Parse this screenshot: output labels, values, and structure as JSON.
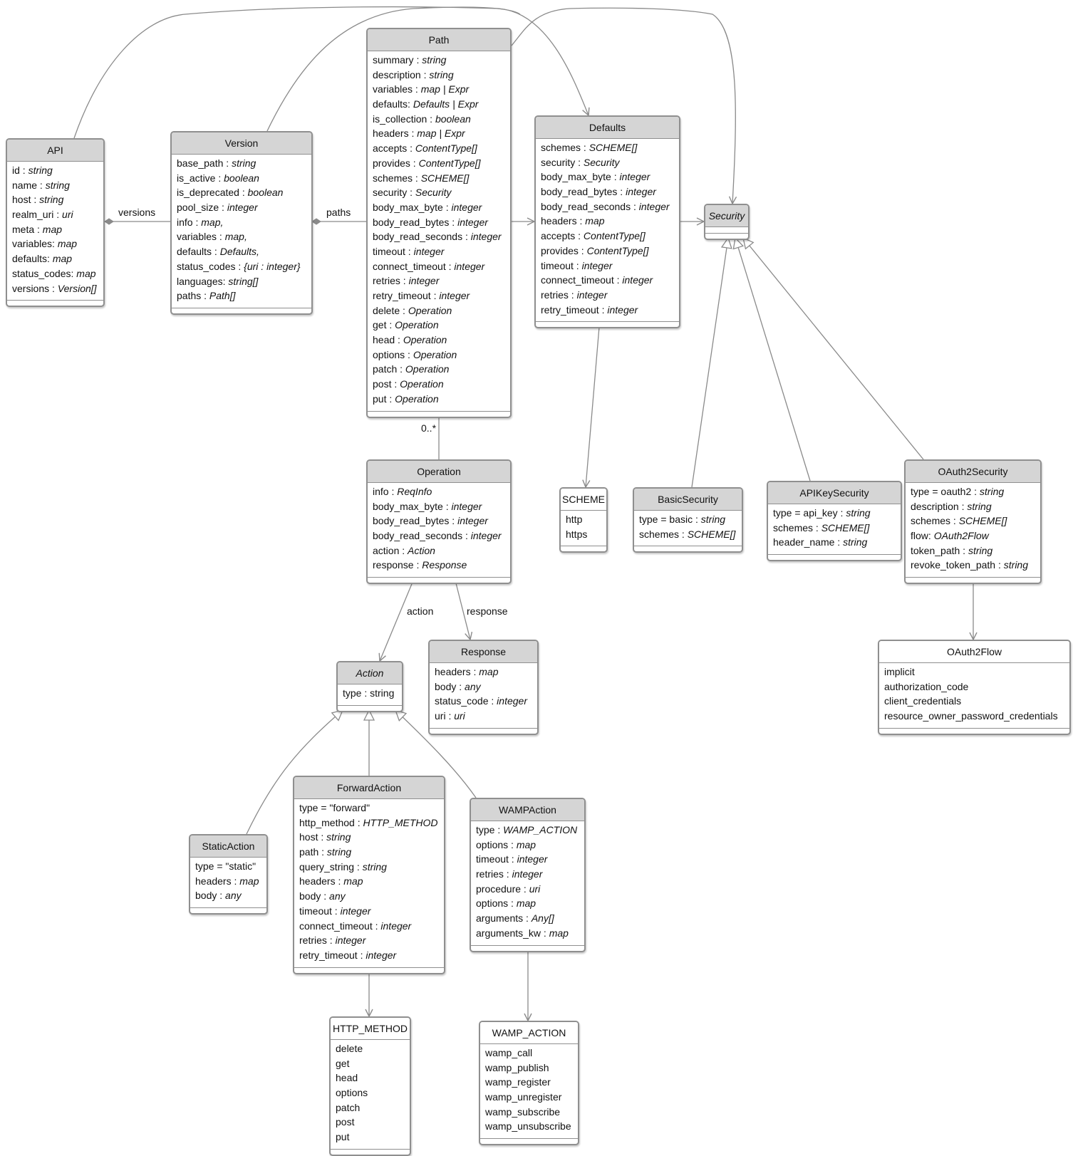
{
  "classes": [
    {
      "id": "api",
      "title": "API",
      "rows": [
        {
          "name": "id : ",
          "type": "string"
        },
        {
          "name": "name : ",
          "type": "string"
        },
        {
          "name": "host : ",
          "type": "string"
        },
        {
          "name": "realm_uri : ",
          "type": "uri"
        },
        {
          "name": "meta : ",
          "type": "map"
        },
        {
          "name": "variables: ",
          "type": "map"
        },
        {
          "name": "defaults: ",
          "type": "map"
        },
        {
          "name": "status_codes: ",
          "type": "map"
        },
        {
          "name": "versions : ",
          "type": "Version[]"
        }
      ]
    },
    {
      "id": "version",
      "title": "Version",
      "rows": [
        {
          "name": "base_path : ",
          "type": "string"
        },
        {
          "name": "is_active : ",
          "type": "boolean"
        },
        {
          "name": "is_deprecated : ",
          "type": "boolean"
        },
        {
          "name": "pool_size : ",
          "type": "integer"
        },
        {
          "name": "info : ",
          "type": "map,"
        },
        {
          "name": "variables : ",
          "type": "map,"
        },
        {
          "name": "defaults : ",
          "type": "Defaults,"
        },
        {
          "name": "status_codes : ",
          "type": "{uri : integer}"
        },
        {
          "name": "languages: ",
          "type": "string[]"
        },
        {
          "name": "paths : ",
          "type": "Path[]"
        }
      ]
    },
    {
      "id": "path",
      "title": "Path",
      "rows": [
        {
          "name": "summary : ",
          "type": "string"
        },
        {
          "name": "description : ",
          "type": "string"
        },
        {
          "name": "variables : ",
          "type": "map | Expr"
        },
        {
          "name": "defaults: ",
          "type": "Defaults | Expr"
        },
        {
          "name": "is_collection : ",
          "type": "boolean"
        },
        {
          "name": "headers : ",
          "type": "map | Expr"
        },
        {
          "name": "accepts : ",
          "type": "ContentType[]"
        },
        {
          "name": "provides : ",
          "type": "ContentType[]"
        },
        {
          "name": "schemes : ",
          "type": "SCHEME[]"
        },
        {
          "name": "security : ",
          "type": "Security"
        },
        {
          "name": "body_max_byte : ",
          "type": "integer"
        },
        {
          "name": "body_read_bytes : ",
          "type": "integer"
        },
        {
          "name": "body_read_seconds : ",
          "type": "integer"
        },
        {
          "name": "timeout : ",
          "type": "integer"
        },
        {
          "name": "connect_timeout : ",
          "type": "integer"
        },
        {
          "name": "retries : ",
          "type": "integer"
        },
        {
          "name": "retry_timeout : ",
          "type": "integer"
        },
        {
          "name": "delete : ",
          "type": "Operation"
        },
        {
          "name": "get : ",
          "type": "Operation"
        },
        {
          "name": "head : ",
          "type": "Operation"
        },
        {
          "name": "options : ",
          "type": "Operation"
        },
        {
          "name": "patch : ",
          "type": "Operation"
        },
        {
          "name": "post : ",
          "type": "Operation"
        },
        {
          "name": "put : ",
          "type": "Operation"
        }
      ]
    },
    {
      "id": "defaults",
      "title": "Defaults",
      "rows": [
        {
          "name": "schemes : ",
          "type": "SCHEME[]"
        },
        {
          "name": "security : ",
          "type": "Security"
        },
        {
          "name": "body_max_byte : ",
          "type": "integer"
        },
        {
          "name": "body_read_bytes : ",
          "type": "integer"
        },
        {
          "name": "body_read_seconds : ",
          "type": "integer"
        },
        {
          "name": "headers : ",
          "type": "map"
        },
        {
          "name": "accepts : ",
          "type": "ContentType[]"
        },
        {
          "name": "provides : ",
          "type": "ContentType[]"
        },
        {
          "name": "timeout : ",
          "type": "integer"
        },
        {
          "name": "connect_timeout : ",
          "type": "integer"
        },
        {
          "name": "retries : ",
          "type": "integer"
        },
        {
          "name": "retry_timeout : ",
          "type": "integer"
        }
      ]
    },
    {
      "id": "security",
      "title": "Security",
      "abstract": true,
      "rows": []
    },
    {
      "id": "operation",
      "title": "Operation",
      "rows": [
        {
          "name": "info : ",
          "type": "ReqInfo"
        },
        {
          "name": "body_max_byte : ",
          "type": "integer"
        },
        {
          "name": "body_read_bytes : ",
          "type": "integer"
        },
        {
          "name": "body_read_seconds : ",
          "type": "integer"
        },
        {
          "name": "action : ",
          "type": "Action"
        },
        {
          "name": "response : ",
          "type": "Response"
        }
      ]
    },
    {
      "id": "scheme",
      "title": "SCHEME",
      "plain": true,
      "rows": [
        {
          "name": "http",
          "type": ""
        },
        {
          "name": "https",
          "type": ""
        }
      ]
    },
    {
      "id": "basicsecurity",
      "title": "BasicSecurity",
      "rows": [
        {
          "name": "type = basic : ",
          "type": "string"
        },
        {
          "name": "schemes : ",
          "type": "SCHEME[]"
        }
      ]
    },
    {
      "id": "apikeysecurity",
      "title": "APIKeySecurity",
      "rows": [
        {
          "name": "type = api_key : ",
          "type": "string"
        },
        {
          "name": "schemes : ",
          "type": "SCHEME[]"
        },
        {
          "name": "header_name : ",
          "type": "string"
        }
      ]
    },
    {
      "id": "oauth2security",
      "title": "OAuth2Security",
      "rows": [
        {
          "name": "type = oauth2 : ",
          "type": "string"
        },
        {
          "name": "description : ",
          "type": "string"
        },
        {
          "name": "schemes : ",
          "type": "SCHEME[]"
        },
        {
          "name": "flow: ",
          "type": "OAuth2Flow"
        },
        {
          "name": "token_path : ",
          "type": "string"
        },
        {
          "name": "revoke_token_path  : ",
          "type": "string"
        }
      ]
    },
    {
      "id": "action",
      "title": "Action",
      "abstract": true,
      "rows": [
        {
          "name": "type : string",
          "type": ""
        }
      ]
    },
    {
      "id": "response",
      "title": "Response",
      "rows": [
        {
          "name": "headers : ",
          "type": "map"
        },
        {
          "name": "body : ",
          "type": "any"
        },
        {
          "name": "status_code : ",
          "type": "integer"
        },
        {
          "name": "uri : ",
          "type": "uri"
        }
      ]
    },
    {
      "id": "oauth2flow",
      "title": "OAuth2Flow",
      "plain": true,
      "rows": [
        {
          "name": "implicit",
          "type": ""
        },
        {
          "name": "authorization_code",
          "type": ""
        },
        {
          "name": "client_credentials",
          "type": ""
        },
        {
          "name": "resource_owner_password_credentials",
          "type": ""
        }
      ]
    },
    {
      "id": "forwardaction",
      "title": "ForwardAction",
      "rows": [
        {
          "name": "type = \"forward\"",
          "type": ""
        },
        {
          "name": "http_method : ",
          "type": "HTTP_METHOD"
        },
        {
          "name": "host : ",
          "type": "string"
        },
        {
          "name": "path : ",
          "type": "string"
        },
        {
          "name": "query_string : ",
          "type": "string"
        },
        {
          "name": "headers : ",
          "type": "map"
        },
        {
          "name": "body : ",
          "type": "any"
        },
        {
          "name": "timeout : ",
          "type": "integer"
        },
        {
          "name": "connect_timeout : ",
          "type": "integer"
        },
        {
          "name": "retries : ",
          "type": "integer"
        },
        {
          "name": "retry_timeout : ",
          "type": "integer"
        }
      ]
    },
    {
      "id": "wampaction",
      "title": "WAMPAction",
      "rows": [
        {
          "name": "type  : ",
          "type": "WAMP_ACTION"
        },
        {
          "name": "options : ",
          "type": "map"
        },
        {
          "name": "timeout : ",
          "type": "integer"
        },
        {
          "name": "retries : ",
          "type": "integer"
        },
        {
          "name": "procedure : ",
          "type": "uri"
        },
        {
          "name": "options : ",
          "type": "map"
        },
        {
          "name": "arguments : ",
          "type": "Any[]"
        },
        {
          "name": "arguments_kw : ",
          "type": "map"
        }
      ]
    },
    {
      "id": "staticaction",
      "title": "StaticAction",
      "rows": [
        {
          "name": "type = \"static\"",
          "type": ""
        },
        {
          "name": "headers : ",
          "type": "map"
        },
        {
          "name": "body : ",
          "type": "any"
        }
      ]
    },
    {
      "id": "http_method",
      "title": "HTTP_METHOD",
      "plain": true,
      "rows": [
        {
          "name": "delete",
          "type": ""
        },
        {
          "name": "get",
          "type": ""
        },
        {
          "name": "head",
          "type": ""
        },
        {
          "name": "options",
          "type": ""
        },
        {
          "name": "patch",
          "type": ""
        },
        {
          "name": "post",
          "type": ""
        },
        {
          "name": "put",
          "type": ""
        }
      ]
    },
    {
      "id": "wamp_action",
      "title": "WAMP_ACTION",
      "plain": true,
      "rows": [
        {
          "name": "wamp_call",
          "type": ""
        },
        {
          "name": "wamp_publish",
          "type": ""
        },
        {
          "name": "wamp_register",
          "type": ""
        },
        {
          "name": "wamp_unregister",
          "type": ""
        },
        {
          "name": "wamp_subscribe",
          "type": ""
        },
        {
          "name": "wamp_unsubscribe",
          "type": ""
        }
      ]
    }
  ],
  "edge_labels": {
    "versions": "versions",
    "paths": "paths",
    "multiplicity": "0..*",
    "action": "action",
    "response": "response"
  },
  "colors": {
    "header_fill": "#d5d5d5",
    "border": "#8f8f8f",
    "line": "#8a8a8a"
  }
}
